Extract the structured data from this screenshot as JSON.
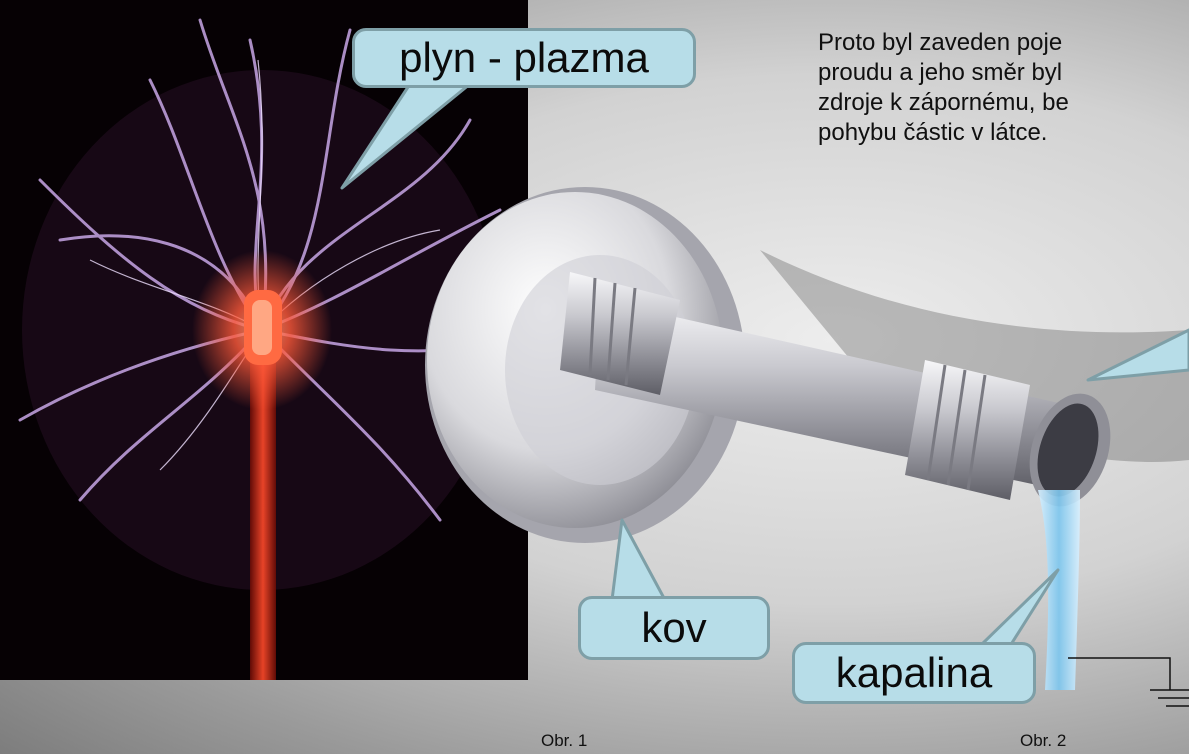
{
  "slide": {
    "text_lines": [
      "Proto byl zaveden poje",
      "proudu a jeho směr byl",
      "zdroje k zápornému, be",
      "pohybu částic v látce."
    ],
    "callouts": {
      "plasma": "plyn - plazma",
      "metal": "kov",
      "liquid": "kapalina"
    },
    "figure_labels": {
      "fig1": "Obr. 1",
      "fig2": "Obr. 2"
    }
  },
  "colors": {
    "callout_fill": "#b7dde8",
    "callout_border": "#7e9fa7",
    "plasma_core": "#ff5a3a",
    "plasma_filament": "#c7a6e6"
  },
  "icons": [
    "ground-symbol-icon"
  ]
}
